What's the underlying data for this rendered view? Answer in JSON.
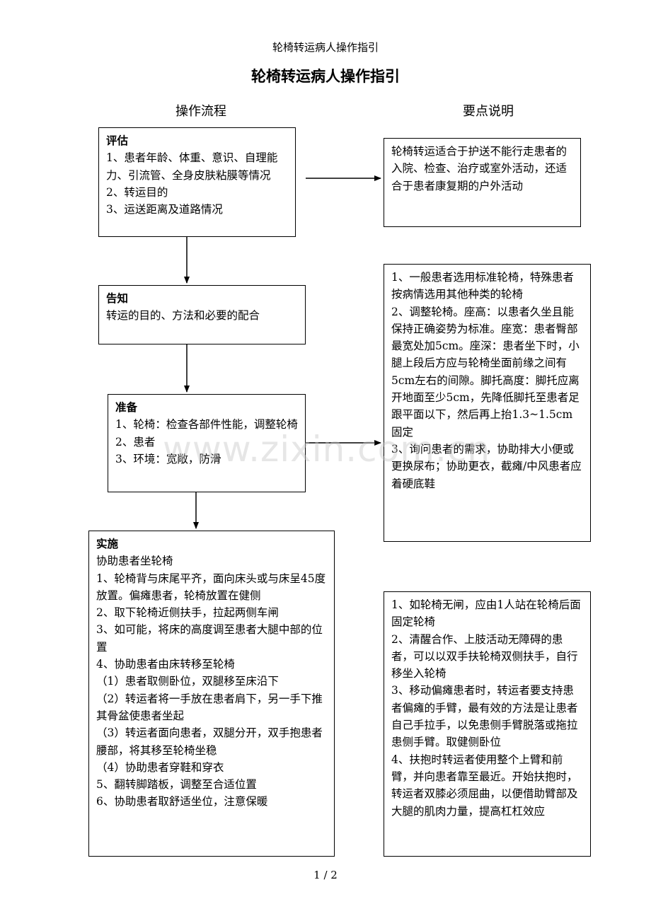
{
  "header": "轮椅转运病人操作指引",
  "title": "轮椅转运病人操作指引",
  "col_left": "操作流程",
  "col_right": "要点说明",
  "steps": {
    "assess": {
      "title": "评估",
      "lines": [
        "1、患者年龄、体重、意识、自理能力、引流管、全身皮肤粘膜等情况",
        "2、转运目的",
        "3、运送距离及道路情况"
      ]
    },
    "inform": {
      "title": "告知",
      "lines": [
        "转运的目的、方法和必要的配合"
      ]
    },
    "prepare": {
      "title": "准备",
      "lines": [
        "1、轮椅：检查各部件性能，调整轮椅",
        "2、患者",
        "3、环境：宽敞，防滑"
      ]
    },
    "implement": {
      "title": "实施",
      "lines": [
        "协助患者坐轮椅",
        "1、轮椅背与床尾平齐，面向床头或与床呈45度放置。偏瘫患者，轮椅放置在健侧",
        "2、取下轮椅近侧扶手，拉起两侧车闸",
        "3、如可能，将床的高度调至患者大腿中部的位置",
        "4、协助患者由床转移至轮椅",
        "（1）患者取侧卧位，双腿移至床沿下",
        "（2）转运者将一手放在患者肩下，另一手下推其骨盆使患者坐起",
        "（3）转运者面向患者，双腿分开，双手抱患者腰部，将其移至轮椅坐稳",
        "（4）协助患者穿鞋和穿衣",
        "5、翻转脚踏板，调整至合适位置",
        "6、协助患者取舒适坐位，注意保暖"
      ]
    }
  },
  "notes": {
    "note1": [
      "轮椅转运适合于护送不能行走患者的入院、检查、治疗或室外活动，还适合于患者康复期的户外活动"
    ],
    "note2": [
      "1、一般患者选用标准轮椅，特殊患者按病情选用其他种类的轮椅",
      "2、调整轮椅。座高：以患者久坐且能保持正确姿势为标准。座宽：患者臀部最宽处加5cm。座深：患者坐下时，小腿上段后方应与轮椅坐面前缘之间有5cm左右的间隙。脚托高度：脚托应离开地面至少5cm，先降低脚托至患者足跟平面以下，然后再上抬1.3~1.5cm固定",
      "3、询问患者的需求，协助排大小便或更换尿布；协助更衣，截瘫/中风患者应着硬底鞋"
    ],
    "note3": [
      "1、如轮椅无闸，应由1人站在轮椅后面固定轮椅",
      "2、清醒合作、上肢活动无障碍的患者，可以以双手扶轮椅双侧扶手，自行移坐入轮椅",
      "3、移动偏瘫患者时，转运者要支持患者偏瘫的手臂，最有效的方法是让患者自己手拉手，以免患侧手臂脱落或拖拉患侧手臂。取健侧卧位",
      "4、扶抱时转运者使用整个上臂和前臂，并向患者靠至最近。开始扶抱时，转运者双膝必须屈曲，以便借助臂部及大腿的肌肉力量，提高杠杠效应"
    ]
  },
  "watermark": "www.zixin.com.cn",
  "footer": "1 / 2"
}
